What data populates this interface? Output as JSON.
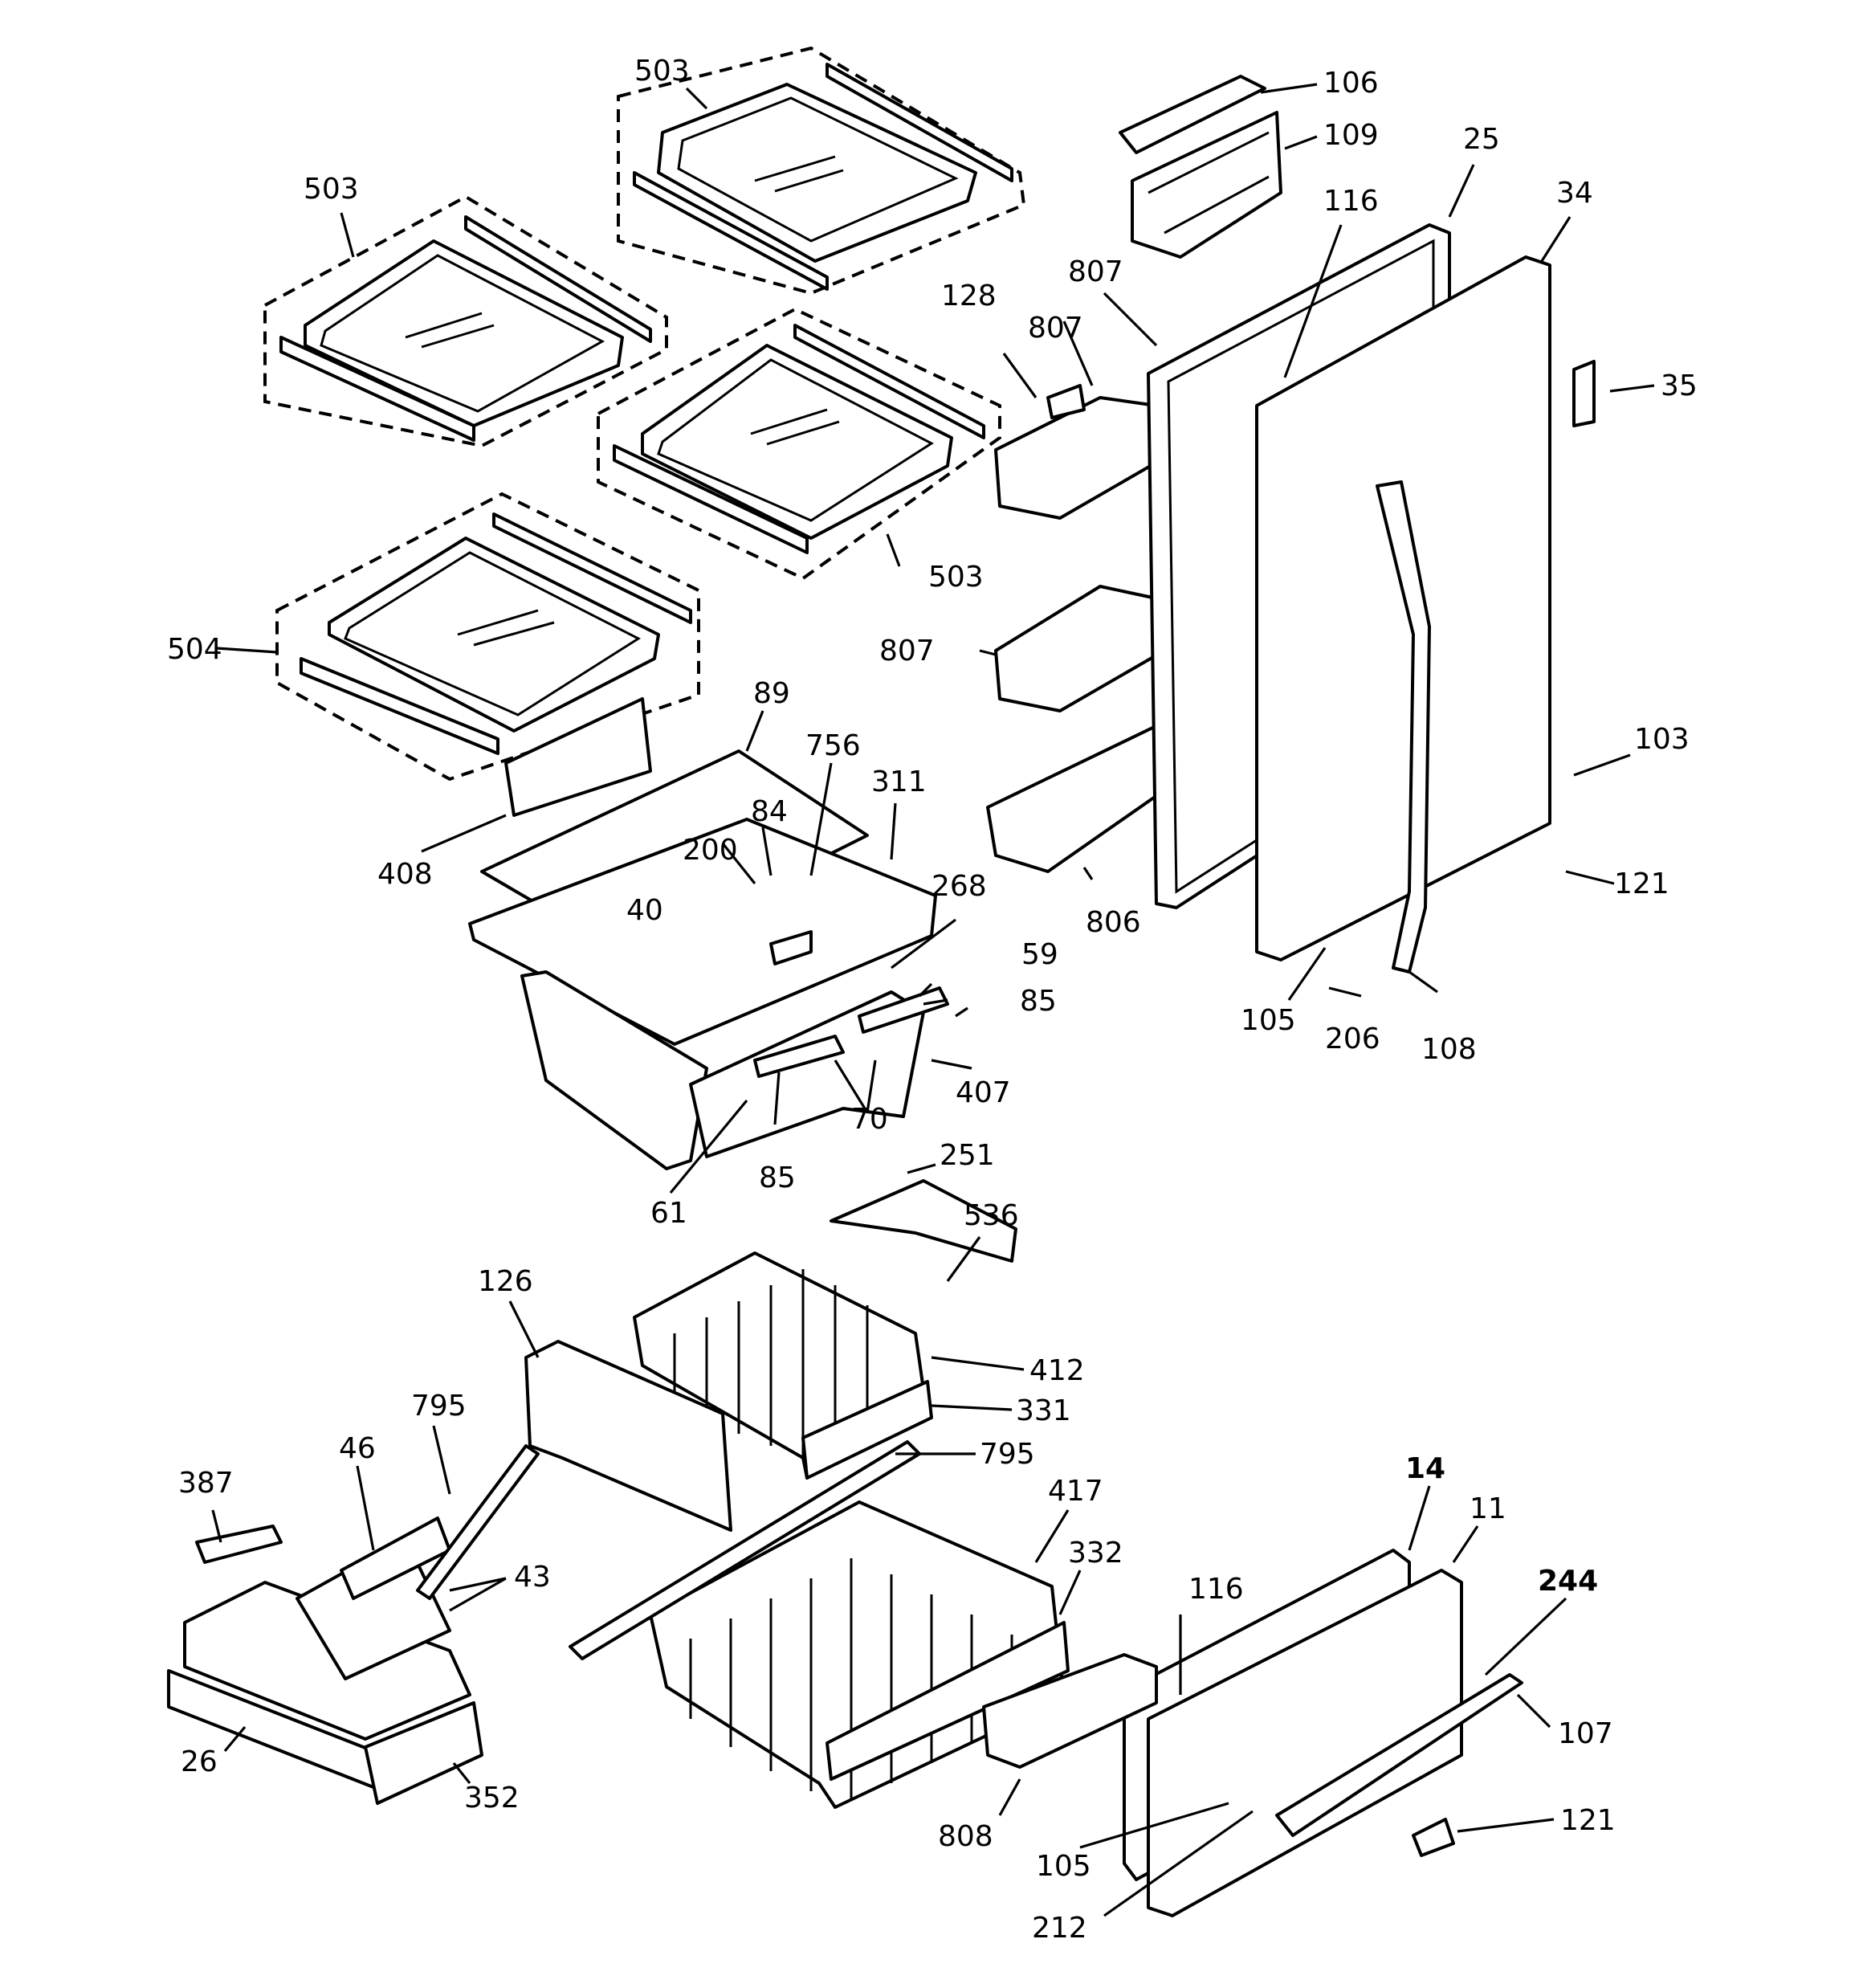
{
  "callouts": [
    {
      "id": "c-503-top",
      "label": "503"
    },
    {
      "id": "c-106",
      "label": "106"
    },
    {
      "id": "c-109",
      "label": "109"
    },
    {
      "id": "c-25",
      "label": "25"
    },
    {
      "id": "c-34",
      "label": "34"
    },
    {
      "id": "c-503-left",
      "label": "503"
    },
    {
      "id": "c-116-top",
      "label": "116"
    },
    {
      "id": "c-807-a",
      "label": "807"
    },
    {
      "id": "c-128",
      "label": "128"
    },
    {
      "id": "c-807-b",
      "label": "807"
    },
    {
      "id": "c-35",
      "label": "35"
    },
    {
      "id": "c-503-mid",
      "label": "503"
    },
    {
      "id": "c-504",
      "label": "504"
    },
    {
      "id": "c-807-c",
      "label": "807"
    },
    {
      "id": "c-89",
      "label": "89"
    },
    {
      "id": "c-756",
      "label": "756"
    },
    {
      "id": "c-103",
      "label": "103"
    },
    {
      "id": "c-311",
      "label": "311"
    },
    {
      "id": "c-84",
      "label": "84"
    },
    {
      "id": "c-200",
      "label": "200"
    },
    {
      "id": "c-408",
      "label": "408"
    },
    {
      "id": "c-121-top",
      "label": "121"
    },
    {
      "id": "c-268",
      "label": "268"
    },
    {
      "id": "c-40",
      "label": "40"
    },
    {
      "id": "c-806",
      "label": "806"
    },
    {
      "id": "c-59",
      "label": "59"
    },
    {
      "id": "c-85-a",
      "label": "85"
    },
    {
      "id": "c-105-top",
      "label": "105"
    },
    {
      "id": "c-206",
      "label": "206"
    },
    {
      "id": "c-108",
      "label": "108"
    },
    {
      "id": "c-407",
      "label": "407"
    },
    {
      "id": "c-70",
      "label": "70"
    },
    {
      "id": "c-251",
      "label": "251"
    },
    {
      "id": "c-85-b",
      "label": "85"
    },
    {
      "id": "c-61",
      "label": "61"
    },
    {
      "id": "c-536",
      "label": "536"
    },
    {
      "id": "c-126",
      "label": "126"
    },
    {
      "id": "c-412",
      "label": "412"
    },
    {
      "id": "c-795-a",
      "label": "795"
    },
    {
      "id": "c-331",
      "label": "331"
    },
    {
      "id": "c-795-b",
      "label": "795"
    },
    {
      "id": "c-46",
      "label": "46"
    },
    {
      "id": "c-387",
      "label": "387"
    },
    {
      "id": "c-417",
      "label": "417"
    },
    {
      "id": "c-14",
      "label": "14"
    },
    {
      "id": "c-11",
      "label": "11"
    },
    {
      "id": "c-332",
      "label": "332"
    },
    {
      "id": "c-43",
      "label": "43"
    },
    {
      "id": "c-116-bot",
      "label": "116"
    },
    {
      "id": "c-244",
      "label": "244"
    },
    {
      "id": "c-107",
      "label": "107"
    },
    {
      "id": "c-26",
      "label": "26"
    },
    {
      "id": "c-352",
      "label": "352"
    },
    {
      "id": "c-808",
      "label": "808"
    },
    {
      "id": "c-121-bot",
      "label": "121"
    },
    {
      "id": "c-105-bot",
      "label": "105"
    },
    {
      "id": "c-212",
      "label": "212"
    }
  ]
}
